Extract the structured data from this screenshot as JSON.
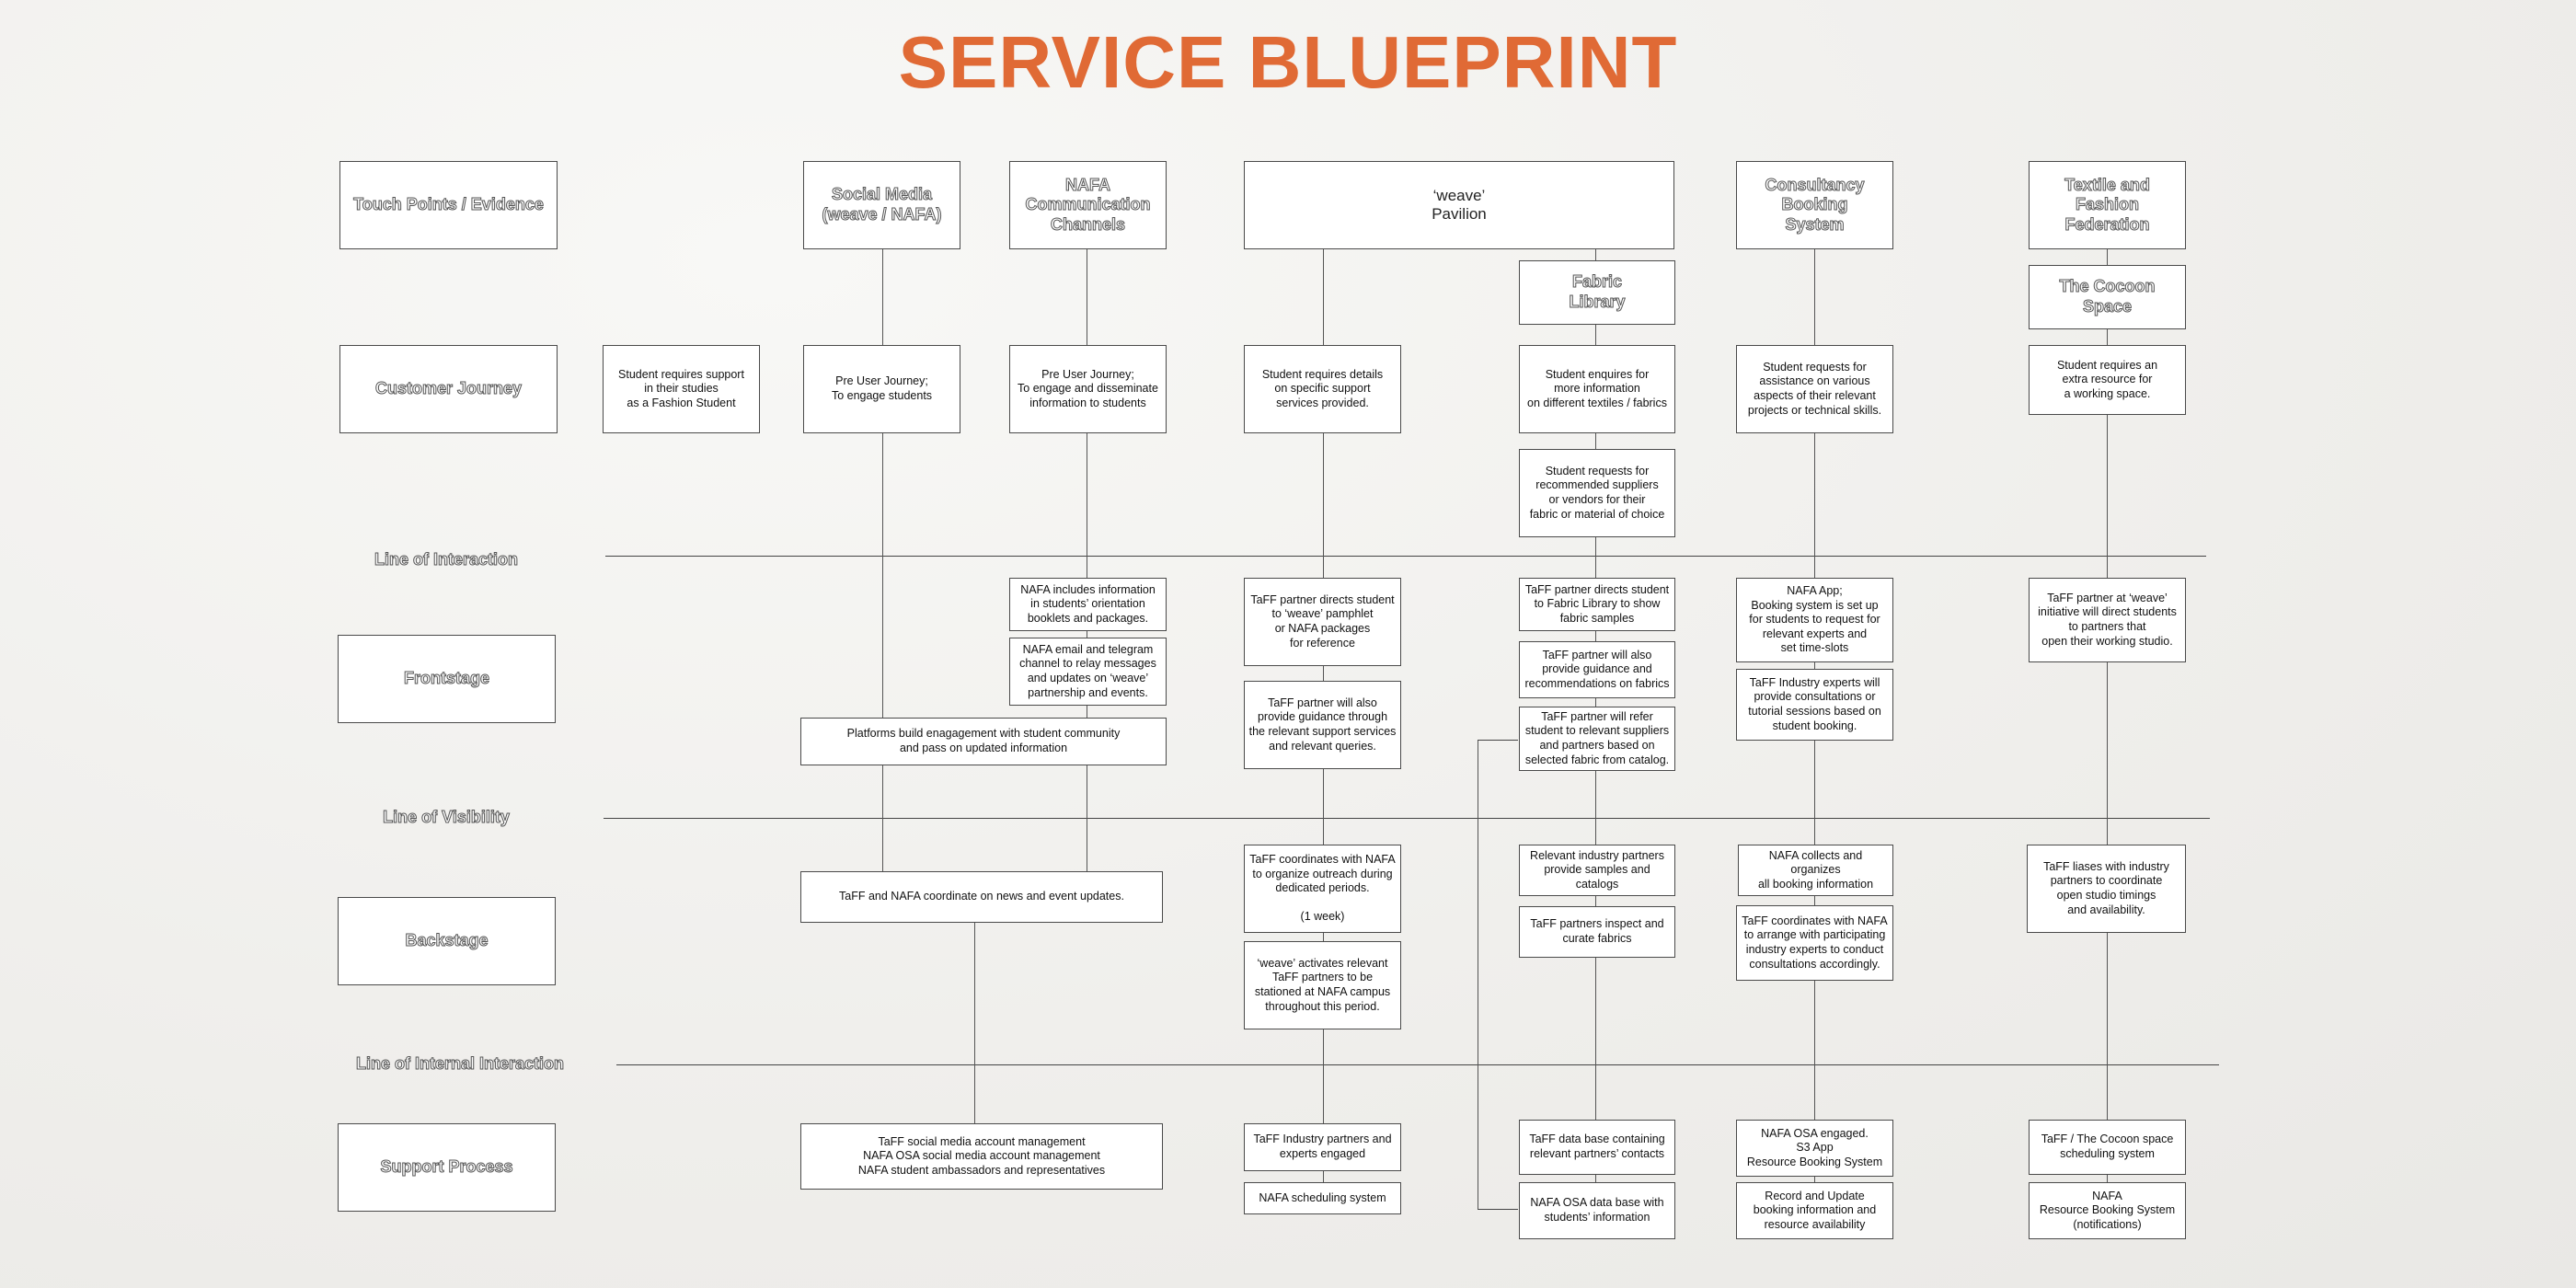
{
  "title": "SERVICE BLUEPRINT",
  "rows": {
    "touch_points": "Touch Points / Evidence",
    "customer_journey": "Customer Journey",
    "frontstage": "Frontstage",
    "backstage": "Backstage",
    "support_process": "Support Process"
  },
  "lines": {
    "interaction": "Line of Interaction",
    "visibility": "Line of Visibility",
    "internal": "Line of Internal Interaction"
  },
  "headers": {
    "social_media": "Social Media\n(weave / NAFA)",
    "nafa_channels": "NAFA\nCommunication\nChannels",
    "weave_pavilion": "‘weave’\nPavilion",
    "fabric_library": "Fabric\nLibrary",
    "consultancy": "Consultancy\nBooking\nSystem",
    "textile_federation": "Textile and Fashion\nFederation",
    "cocoon_space": "The Cocoon Space"
  },
  "journey": {
    "student_support": "Student requires support\nin their studies\nas a Fashion Student",
    "social_pre": "Pre User Journey;\nTo engage students",
    "nafa_pre": "Pre User Journey;\nTo engage and disseminate\ninformation to students",
    "weave_details": "Student requires details\non specific support\nservices provided.",
    "fabric_enquire": "Student enquires for\nmore information\non different textiles / fabrics",
    "fabric_suppliers": "Student requests for\nrecommended suppliers\nor vendors for their\nfabric or material of choice",
    "consult_request": "Student requests for\nassistance on various\naspects of their relevant\nprojects or technical skills.",
    "cocoon_request": "Student requires an\nextra resource for\na working space."
  },
  "frontstage": {
    "nafa_orientation": "NAFA includes information\nin students’ orientation\nbooklets and packages.",
    "nafa_email": "NAFA email and telegram\nchannel to relay messages\nand updates on ‘weave’\npartnership and events.",
    "platforms": "Platforms build enagagement with student community\nand pass on updated information",
    "weave_directs": "TaFF partner directs student\nto ‘weave’ pamphlet\nor NAFA packages\nfor reference",
    "weave_guidance": "TaFF partner will also\nprovide guidance through\nthe relevant support services\nand relevant queries.",
    "fabric_directs": "TaFF partner directs student\nto Fabric Library to show\nfabric samples",
    "fabric_guidance": "TaFF partner will also\nprovide guidance and\nrecommendations on fabrics",
    "fabric_refer": "TaFF partner will refer\nstudent to relevant suppliers\nand partners based on\nselected fabric from catalog.",
    "consult_app": "NAFA App;\nBooking system is set up\nfor students to request for\nrelevant experts and\nset time-slots",
    "consult_experts": "TaFF Industry experts will\nprovide consultations or\ntutorial sessions based on\nstudent booking.",
    "cocoon_partner": "TaFF partner at ‘weave’\ninitiative will direct students\nto partners that\nopen their working studio."
  },
  "backstage": {
    "coordinate_news": "TaFF and NAFA coordinate on news and event updates.",
    "weave_outreach": "TaFF coordinates with NAFA\nto organize outreach during\ndedicated periods.\n\n(1 week)",
    "weave_activates": "‘weave’ activates relevant\nTaFF partners to be\nstationed at NAFA campus\nthroughout this period.",
    "fabric_industry": "Relevant industry partners\nprovide samples and catalogs",
    "fabric_inspect": "TaFF partners inspect and\ncurate fabrics",
    "consult_collects": "NAFA collects and organizes\nall booking information",
    "consult_coordinates": "TaFF coordinates with NAFA\nto arrange with participating\nindustry experts to conduct\nconsultations accordingly.",
    "cocoon_liaises": "TaFF liases with industry\npartners to coordinate\nopen studio timings\nand availability."
  },
  "support": {
    "social_accounts": "TaFF social media account management\nNAFA OSA social media account management\nNAFA student ambassadors and representatives",
    "weave_industry": "TaFF Industry partners and\nexperts engaged",
    "weave_scheduling": "NAFA scheduling system",
    "fabric_database": "TaFF data base containing\nrelevant partners’ contacts",
    "fabric_osa": "NAFA OSA data base with\nstudents’ information",
    "consult_osa": "NAFA OSA engaged.\nS3 App\nResource Booking System",
    "consult_record": "Record and Update\nbooking information and\nresource availability",
    "cocoon_scheduling": "TaFF / The Cocoon space\nscheduling system",
    "cocoon_nafa": "NAFA\nResource Booking System\n(notifications)"
  }
}
